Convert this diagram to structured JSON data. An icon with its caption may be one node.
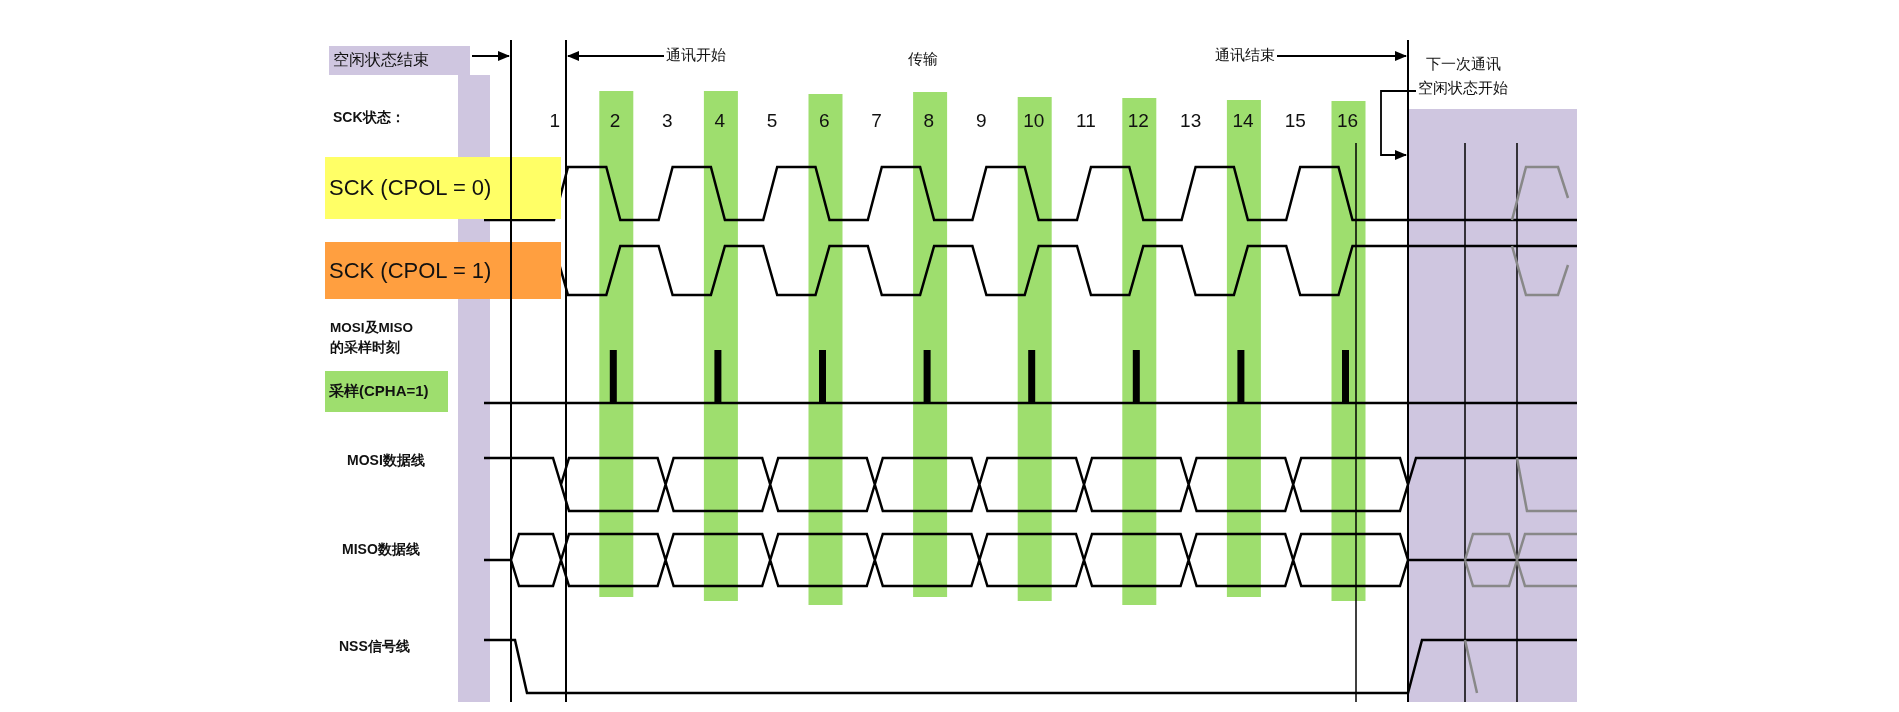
{
  "diagram": {
    "nodes": [
      {
        "text": [
          "空闲状态结束"
        ]
      },
      {
        "text": [
          "通讯开始"
        ]
      },
      {
        "text": [
          "通讯结束"
        ]
      },
      {
        "text": [
          "下一次通讯",
          "空闲状态开始"
        ]
      },
      {
        "text": [
          "SCK (CPOL = 0)"
        ]
      },
      {
        "text": [
          "SCK (CPOL = 1)"
        ]
      },
      {
        "text": [
          "采样(CPHA=1)"
        ]
      },
      {
        "text": [],
        "shape": "line"
      },
      {
        "text": [],
        "shape": "line"
      },
      {
        "text": [],
        "shape": "line"
      }
    ],
    "edges": [
      {
        "from": 0,
        "to": 7,
        "arrow": "to"
      },
      {
        "from": 1,
        "to": 8,
        "arrow": "to"
      },
      {
        "from": 2,
        "to": 9,
        "arrow": "to"
      },
      {
        "from": 3,
        "to": 9,
        "arrow": "to"
      }
    ],
    "labels": [
      "传输",
      "SCK状态：",
      "1",
      "2",
      "3",
      "4",
      "5",
      "6",
      "7",
      "8",
      "9",
      "10",
      "11",
      "12",
      "13",
      "14",
      "15",
      "16",
      "MOSI及MISO的采样时刻",
      "MOSI数据线",
      "MISO数据线",
      "NSS信号线"
    ]
  }
}
